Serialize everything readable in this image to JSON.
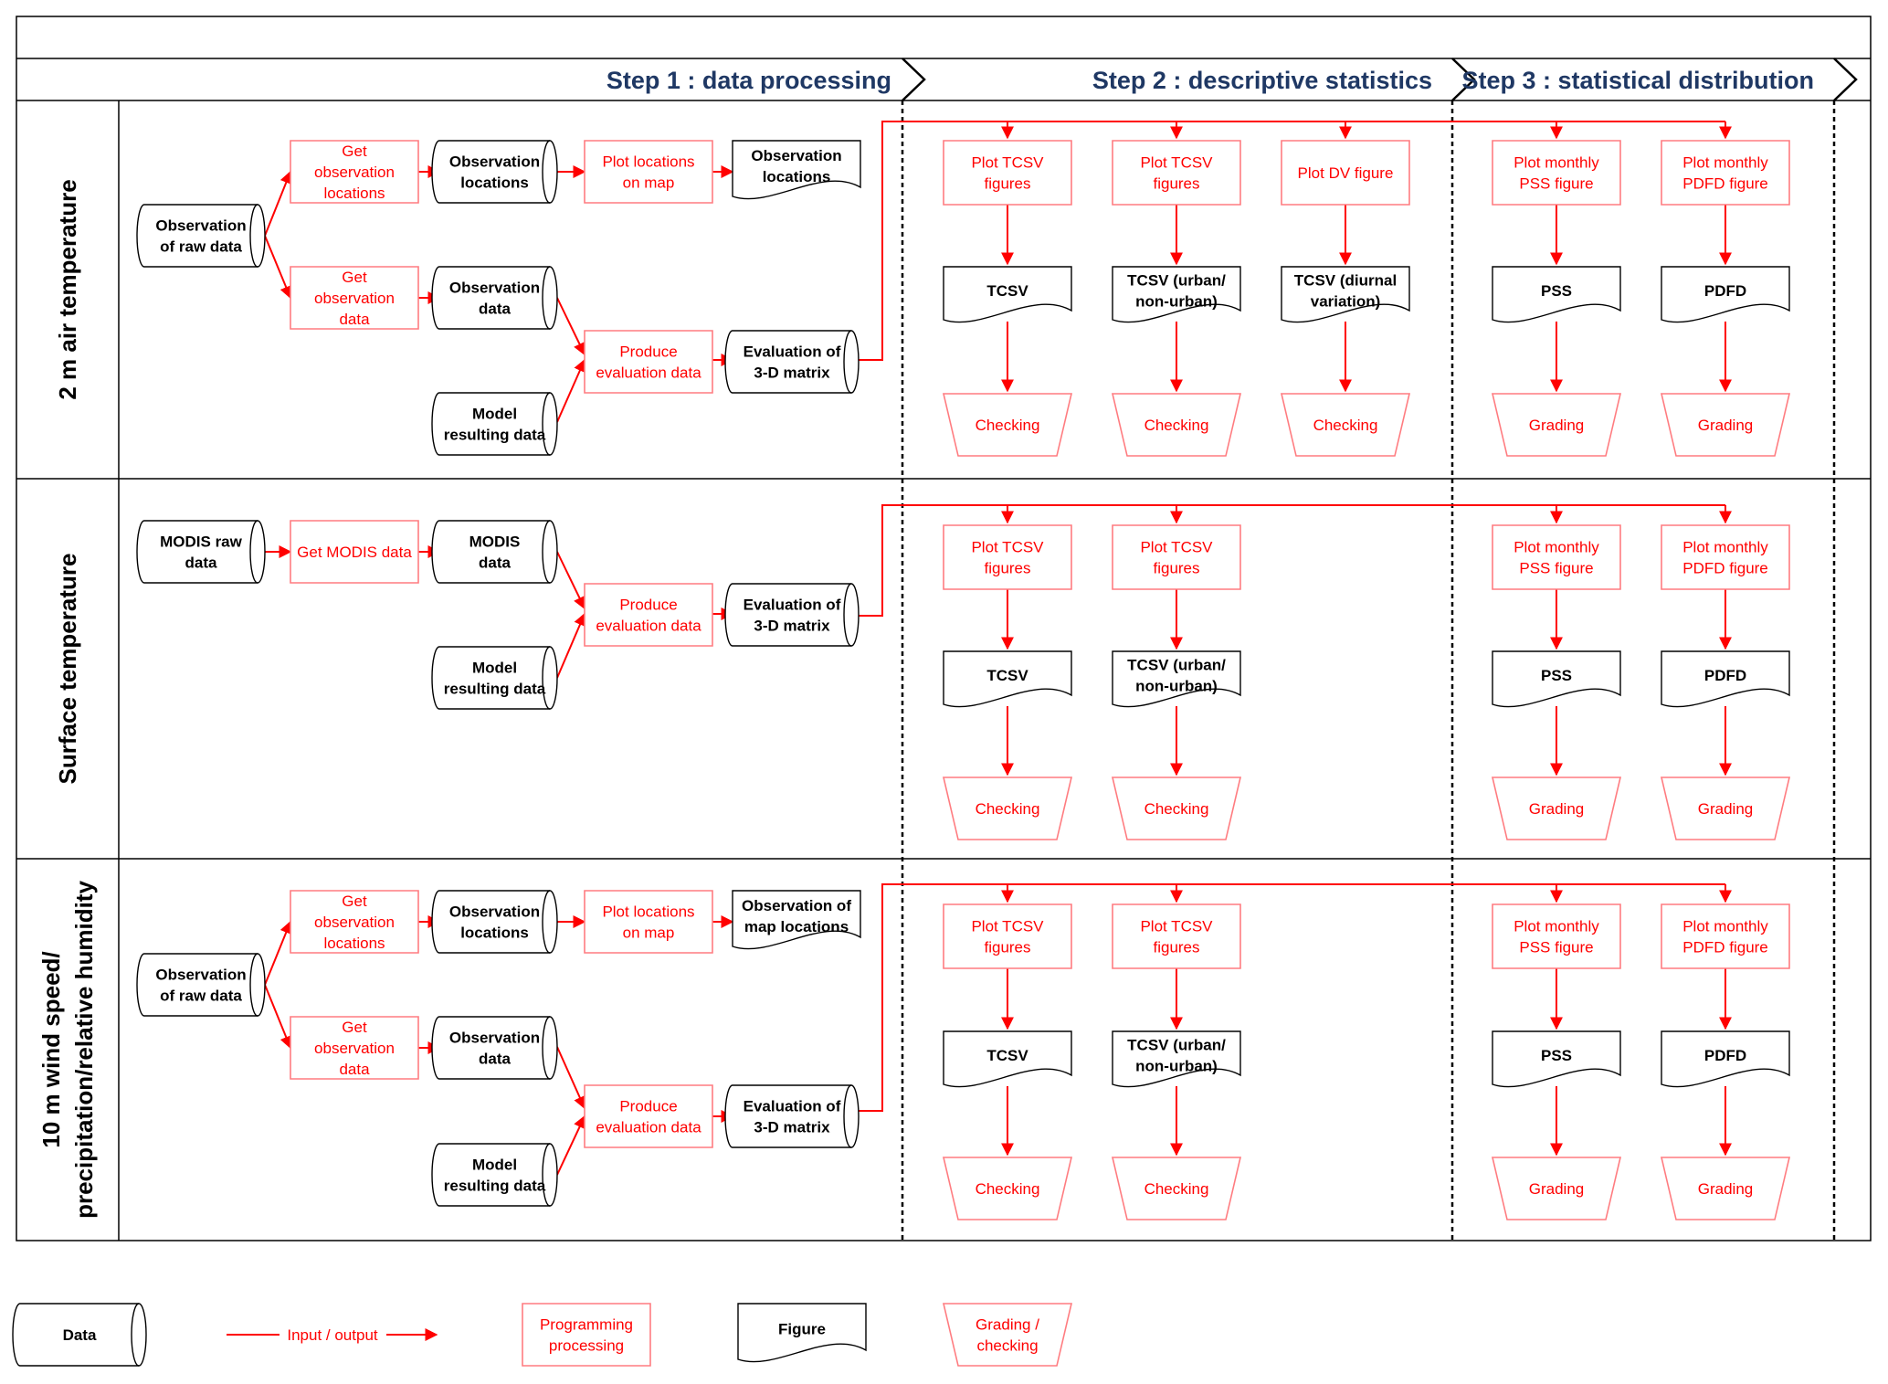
{
  "header": {
    "steps": [
      "Step 1 : data processing",
      "Step 2 : descriptive statistics",
      "Step 3 : statistical distribution"
    ]
  },
  "lanes": [
    [
      "2 m air temperature"
    ],
    [
      "Surface temperature"
    ],
    [
      "10 m wind speed/",
      "precipitation/relative humidity"
    ]
  ],
  "nodes": {
    "l1_raw": [
      "Observation",
      "of raw data"
    ],
    "l1_get_loc": [
      "Get",
      "observation",
      "locations"
    ],
    "l1_obs_loc": [
      "Observation",
      "locations"
    ],
    "l1_plot_loc": [
      "Plot locations",
      "on map"
    ],
    "l1_fig_loc": [
      "Observation",
      "locations"
    ],
    "l1_get_data": [
      "Get",
      "observation",
      "data"
    ],
    "l1_obs_data": [
      "Observation",
      "data"
    ],
    "l1_produce": [
      "Produce",
      "evaluation data"
    ],
    "l1_eval": [
      "Evaluation of",
      "3-D matrix"
    ],
    "l1_model": [
      "Model",
      "resulting data"
    ],
    "l1_plot1": [
      "Plot TCSV",
      "figures"
    ],
    "l1_plot2": [
      "Plot TCSV",
      "figures"
    ],
    "l1_plot3": [
      "Plot DV figure"
    ],
    "l1_plot4": [
      "Plot monthly",
      "PSS figure"
    ],
    "l1_plot5": [
      "Plot monthly",
      "PDFD figure"
    ],
    "l1_fig1": [
      "TCSV"
    ],
    "l1_fig2": [
      "TCSV  (urban/",
      "non-urban)"
    ],
    "l1_fig3": [
      "TCSV (diurnal",
      "variation)"
    ],
    "l1_fig4": [
      "PSS"
    ],
    "l1_fig5": [
      "PDFD"
    ],
    "l1_chk1": [
      "Checking"
    ],
    "l1_chk2": [
      "Checking"
    ],
    "l1_chk3": [
      "Checking"
    ],
    "l1_grd4": [
      "Grading"
    ],
    "l1_grd5": [
      "Grading"
    ],
    "l2_raw": [
      "MODIS raw",
      "data"
    ],
    "l2_get": [
      "Get MODIS data"
    ],
    "l2_modis": [
      "MODIS",
      "data"
    ],
    "l2_produce": [
      "Produce",
      "evaluation data"
    ],
    "l2_eval": [
      "Evaluation of",
      "3-D matrix"
    ],
    "l2_model": [
      "Model",
      "resulting data"
    ],
    "l2_plot1": [
      "Plot TCSV",
      "figures"
    ],
    "l2_plot2": [
      "Plot TCSV",
      "figures"
    ],
    "l2_plot4": [
      "Plot monthly",
      "PSS figure"
    ],
    "l2_plot5": [
      "Plot monthly",
      "PDFD figure"
    ],
    "l2_fig1": [
      "TCSV"
    ],
    "l2_fig2": [
      "TCSV  (urban/",
      "non-urban)"
    ],
    "l2_fig4": [
      "PSS"
    ],
    "l2_fig5": [
      "PDFD"
    ],
    "l2_chk1": [
      "Checking"
    ],
    "l2_chk2": [
      "Checking"
    ],
    "l2_grd4": [
      "Grading"
    ],
    "l2_grd5": [
      "Grading"
    ],
    "l3_raw": [
      "Observation",
      "of raw data"
    ],
    "l3_get_loc": [
      "Get",
      "observation",
      "locations"
    ],
    "l3_obs_loc": [
      "Observation",
      "locations"
    ],
    "l3_plot_loc": [
      "Plot locations",
      "on map"
    ],
    "l3_fig_loc": [
      "Observation of",
      "map locations"
    ],
    "l3_get_data": [
      "Get",
      "observation",
      "data"
    ],
    "l3_obs_data": [
      "Observation",
      "data"
    ],
    "l3_produce": [
      "Produce",
      "evaluation data"
    ],
    "l3_eval": [
      "Evaluation of",
      "3-D matrix"
    ],
    "l3_model": [
      "Model",
      "resulting data"
    ],
    "l3_plot1": [
      "Plot TCSV",
      "figures"
    ],
    "l3_plot2": [
      "Plot TCSV",
      "figures"
    ],
    "l3_plot4": [
      "Plot monthly",
      "PSS figure"
    ],
    "l3_plot5": [
      "Plot monthly",
      "PDFD figure"
    ],
    "l3_fig1": [
      "TCSV"
    ],
    "l3_fig2": [
      "TCSV  (urban/",
      "non-urban)"
    ],
    "l3_fig4": [
      "PSS"
    ],
    "l3_fig5": [
      "PDFD"
    ],
    "l3_chk1": [
      "Checking"
    ],
    "l3_chk2": [
      "Checking"
    ],
    "l3_grd4": [
      "Grading"
    ],
    "l3_grd5": [
      "Grading"
    ]
  },
  "legend": {
    "data": [
      "Data"
    ],
    "io": "Input / output",
    "proc": [
      "Programming",
      "processing"
    ],
    "figure": [
      "Figure"
    ],
    "grading": [
      "Grading /",
      "checking"
    ]
  },
  "colors": {
    "accent": "#ff0000",
    "header_text": "#1f3864",
    "outline": "#000000",
    "process_border": "#ff7c80"
  }
}
